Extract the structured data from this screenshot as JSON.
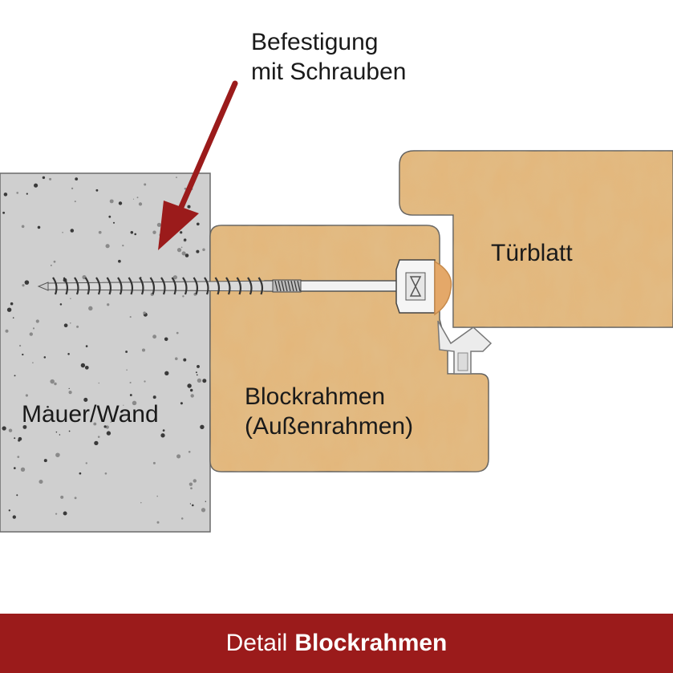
{
  "labels": {
    "fixing_line1": "Befestigung",
    "fixing_line2": "mit Schrauben",
    "wall": "Mauer/Wand",
    "frame_line1": "Blockrahmen",
    "frame_line2": "(Außenrahmen)",
    "door_leaf": "Türblatt"
  },
  "footer": {
    "prefix": "Detail",
    "bold": "Blockrahmen"
  },
  "colors": {
    "wall": "#cfcfcf",
    "wood": "#e3b67a",
    "arrow": "#9b1b1b",
    "footer_bg": "#9b1b1b",
    "footer_text": "#ffffff",
    "outline": "#5a5a5a"
  },
  "icons": {
    "screw": "screw-icon",
    "arrow": "arrow-icon"
  }
}
